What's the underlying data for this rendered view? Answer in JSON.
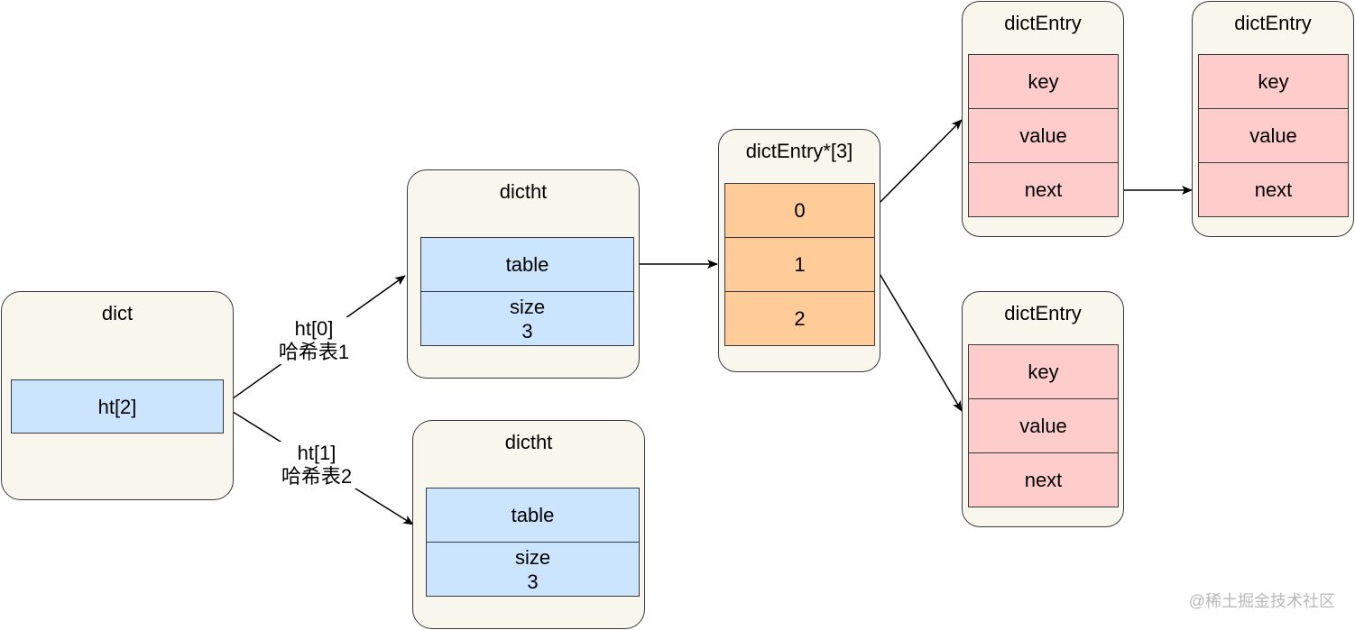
{
  "dict": {
    "title": "dict",
    "field": "ht[2]"
  },
  "edges": {
    "ht0": {
      "line1": "ht[0]",
      "line2": "哈希表1"
    },
    "ht1": {
      "line1": "ht[1]",
      "line2": "哈希表2"
    }
  },
  "dictht_0": {
    "title": "dictht",
    "table": "table",
    "size_label": "size",
    "size_value": "3"
  },
  "dictht_1": {
    "title": "dictht",
    "table": "table",
    "size_label": "size",
    "size_value": "3"
  },
  "bucket_array": {
    "title": "dictEntry*[3]",
    "slots": [
      "0",
      "1",
      "2"
    ]
  },
  "entries": [
    {
      "title": "dictEntry",
      "fields": [
        "key",
        "value",
        "next"
      ]
    },
    {
      "title": "dictEntry",
      "fields": [
        "key",
        "value",
        "next"
      ]
    },
    {
      "title": "dictEntry",
      "fields": [
        "key",
        "value",
        "next"
      ]
    }
  ],
  "watermark": "@稀土掘金技术社区",
  "colors": {
    "container_fill": "#f9f7ed",
    "blue_cell": "#cce5ff",
    "orange_cell": "#ffcc99",
    "pink_cell": "#ffcccc",
    "stroke": "#36393d"
  }
}
